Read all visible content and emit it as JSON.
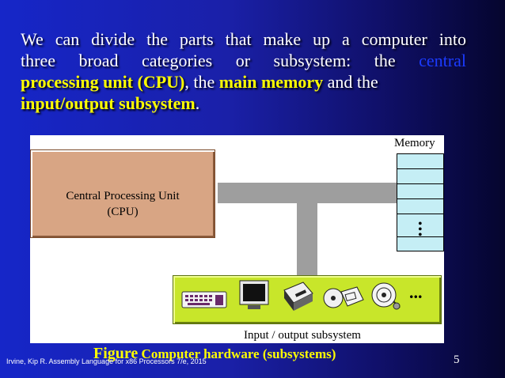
{
  "slide": {
    "intro_line1": "We can divide the parts that make up a computer into",
    "intro_line2_a": "three broad categories or subsystem: the",
    "intro_line2_b": "central",
    "intro_line3_a": "processing unit (CPU)",
    "intro_line3_b": ", the",
    "intro_line3_c": "main memory",
    "intro_line3_d": "and the",
    "intro_line4_a": "input/output subsystem",
    "intro_line4_b": "."
  },
  "diagram": {
    "cpu_label_line1": "Central Processing Unit",
    "cpu_label_line2": "(CPU)",
    "memory_label": "Memory",
    "memory_dots": "•\n•\n•",
    "io_label": "Input / output subsystem",
    "io_more": "...",
    "io_devices": [
      "keyboard-icon",
      "monitor-icon",
      "printer-icon",
      "disk-drive-icon",
      "tape-drive-icon"
    ]
  },
  "caption": {
    "figure_word": "Figure",
    "text": "Computer hardware (subsystems)"
  },
  "footer": {
    "citation": "Irvine, Kip R. Assembly Language for x86 Processors 7/e, 2015",
    "page_number": "5"
  },
  "colors": {
    "highlight": "#ffff00",
    "cpu_word": "#1b3bff",
    "cpu_box": "#d8a584",
    "io_box": "#c8e62a",
    "memory": "#c5eef5",
    "bus": "#9e9e9e"
  }
}
